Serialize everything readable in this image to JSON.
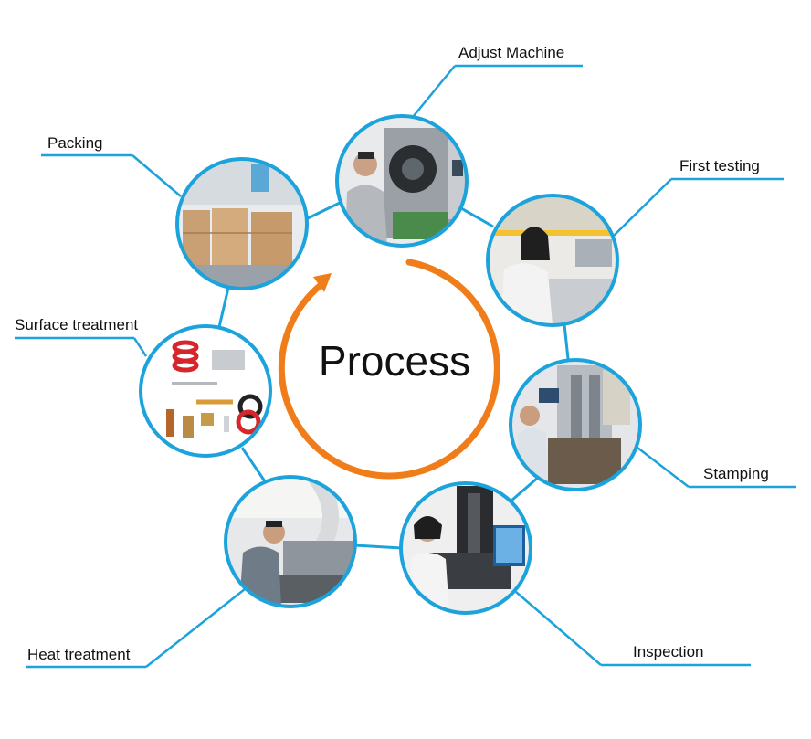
{
  "center": {
    "title": "Process"
  },
  "colors": {
    "ring": "#1ca3dc",
    "connector": "#1ca3dc",
    "arrow": "#f07d1a"
  },
  "steps": [
    {
      "label": "Adjust Machine",
      "photo": "spring-coiling-machine-photo"
    },
    {
      "label": "First testing",
      "photo": "testing-workstation-photo"
    },
    {
      "label": "Stamping",
      "photo": "stamping-press-photo"
    },
    {
      "label": "Inspection",
      "photo": "inspection-microscope-photo"
    },
    {
      "label": "Heat treatment",
      "photo": "heat-treatment-furnace-photo"
    },
    {
      "label": "Surface treatment",
      "photo": "springs-assortment-photo"
    },
    {
      "label": "Packing",
      "photo": "packed-cartons-photo"
    }
  ]
}
